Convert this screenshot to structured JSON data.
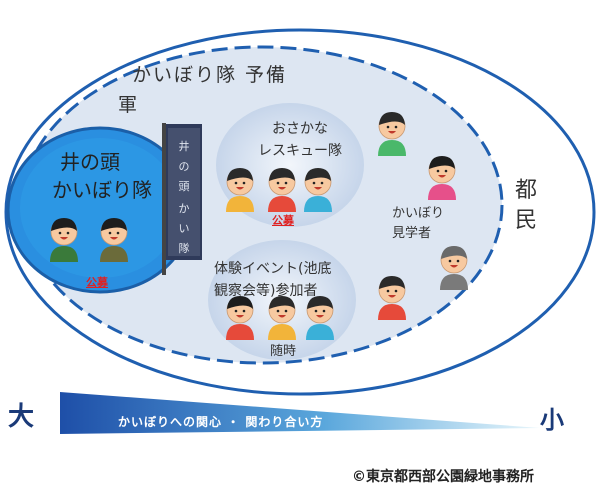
{
  "groups": {
    "reserve_title": "かいぼり隊 予備",
    "reserve_title_cont": "軍",
    "inokashira_line1": "井の頭",
    "inokashira_line2": "かいぼり隊",
    "inokashira_recruit": "公募",
    "rescue_line1": "おさかな",
    "rescue_line2": "レスキュー隊",
    "rescue_recruit": "公募",
    "event_line1": "体験イベント(池底",
    "event_line2": "観察会等)参加者",
    "event_anytime": "随時",
    "visitor_line1": "かいぼり",
    "visitor_line2": "見学者",
    "citizen_line1": "都",
    "citizen_line2": "民"
  },
  "scale": {
    "big": "大",
    "small": "小",
    "bar_label": "かいぼりへの関心 ・ 関わり合い方"
  },
  "credit": "©東京都西部公園緑地事務所",
  "colors": {
    "outer_stroke": "#1f5fb0",
    "reserve_fill": "#dde6f2",
    "inner_fill": "#2a8fe0",
    "scale_start": "#1e4fa8",
    "scale_end": "#e8f6fb",
    "recruit": "#e02020"
  },
  "icons": [
    "banner-icon",
    "person-icon"
  ]
}
